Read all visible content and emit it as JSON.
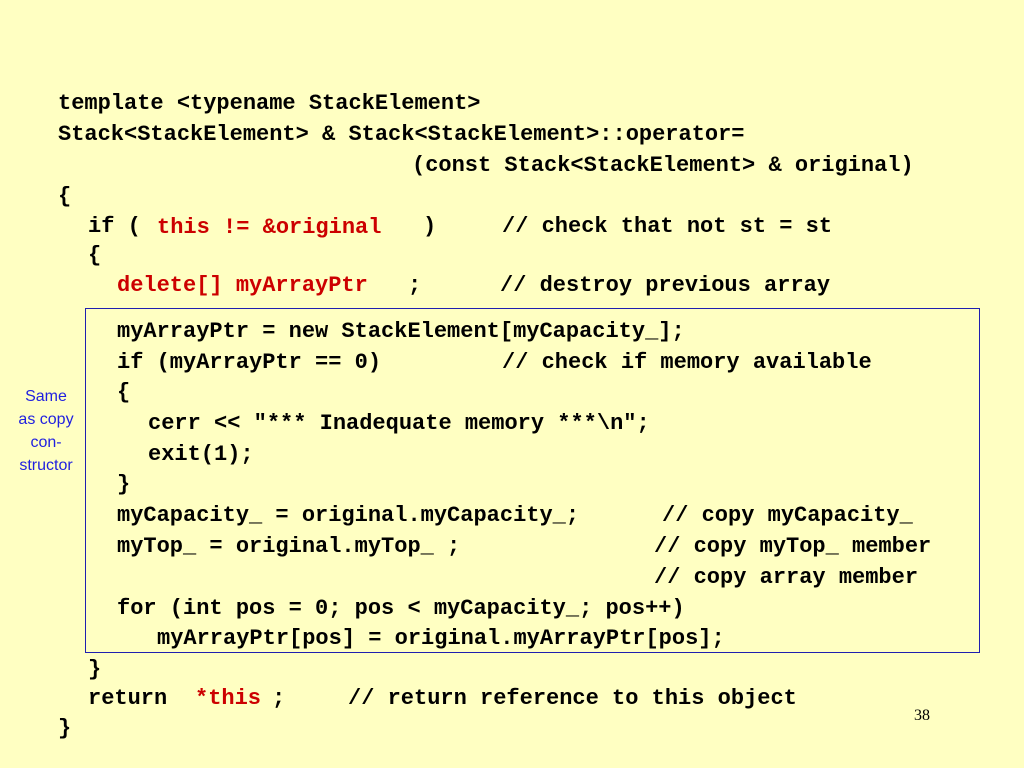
{
  "code": {
    "l01": "template <typename StackElement>",
    "l02": "Stack<StackElement> & Stack<StackElement>::operator=",
    "l03": "(const Stack<StackElement> & original)",
    "l04": "{",
    "l05a": "if (",
    "l05b": "this != &original",
    "l05c": ")",
    "l05d": "// check that not st = st",
    "l06": "{",
    "l07a": "delete[] myArrayPtr",
    "l07b": ";",
    "l07c": "// destroy previous array",
    "l08": "myArrayPtr = new StackElement[myCapacity_];",
    "l09a": "if (myArrayPtr == 0)",
    "l09b": "// check if memory available",
    "l10": "{",
    "l11": "cerr << \"*** Inadequate memory ***\\n\";",
    "l12": "exit(1);",
    "l13": "}",
    "l14a": "myCapacity_ = original.myCapacity_;",
    "l14b": "// copy myCapacity_",
    "l15a": "myTop_ = original.myTop_ ;",
    "l15b": "// copy myTop_ member",
    "l16": "// copy array member",
    "l17": "for (int pos = 0; pos < myCapacity_; pos++)",
    "l18": "myArrayPtr[pos] = original.myArrayPtr[pos];",
    "l19": "}",
    "l20a": "return",
    "l20b": "*this",
    "l20c": ";",
    "l20d": "// return reference to this object",
    "l21": "}"
  },
  "side_note": {
    "line1": "Same",
    "line2": "as copy",
    "line3": "con-",
    "line4": "structor"
  },
  "page_number": "38",
  "colors": {
    "background": "#ffffc2",
    "highlight_red": "#cc0000",
    "box_border": "#1f1fb0",
    "note_blue": "#1f1fe0"
  }
}
